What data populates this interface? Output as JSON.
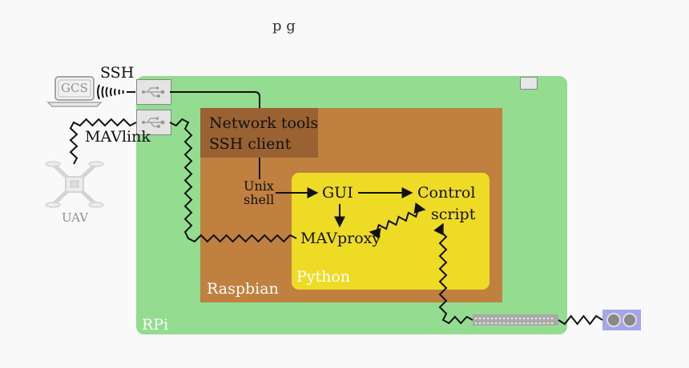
{
  "caption": "p                 g",
  "nodes": {
    "gcs": "GCS",
    "uav": "UAV",
    "rpi": "RPi",
    "raspbian": "Raspbian",
    "python": "Python",
    "network_tools_line1": "Network tools",
    "network_tools_line2": "SSH client",
    "unix_line1": "Unix",
    "unix_line2": "shell",
    "gui": "GUI",
    "control_line1": "Control",
    "control_line2": "script",
    "mavproxy": "MAVproxy"
  },
  "links": {
    "ssh": "SSH",
    "mavlink": "MAVlink"
  },
  "colors": {
    "rpi": "#93dc90",
    "raspbian": "#c08040",
    "network_box": "#9a6232",
    "python": "#eedb25",
    "gpio": "#a9a9a9",
    "sensor": "#a3a6e8",
    "gray_text": "#909090"
  },
  "icons": [
    "laptop-icon",
    "usb-port-icon",
    "drone-icon",
    "wifi-waves-icon",
    "gpio-header-icon",
    "ultrasonic-sensor-icon"
  ]
}
